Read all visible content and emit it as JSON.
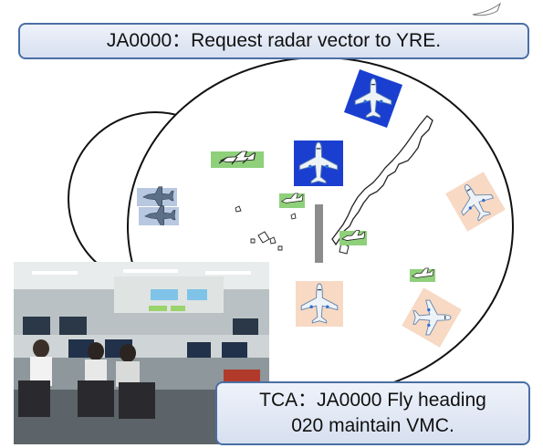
{
  "pilot_message": "JA0000：Request radar vector to YRE.",
  "controller_message_line1": "TCA：JA0000 Fly heading",
  "controller_message_line2": "020 maintain VMC.",
  "colors": {
    "bubble_border": "#4a6fa5",
    "bubble_fill": "#dfe6f3",
    "airliner_blue_tile": "#1a3fd0",
    "airliner_peach_tile": "#f7d9c4",
    "fighter_tile": "#b8c8e0",
    "small_plane_tile": "#8fd07a"
  },
  "icons": [
    "airliner-icon",
    "fighter-jet-icon",
    "small-plane-icon",
    "control-room-photo"
  ]
}
